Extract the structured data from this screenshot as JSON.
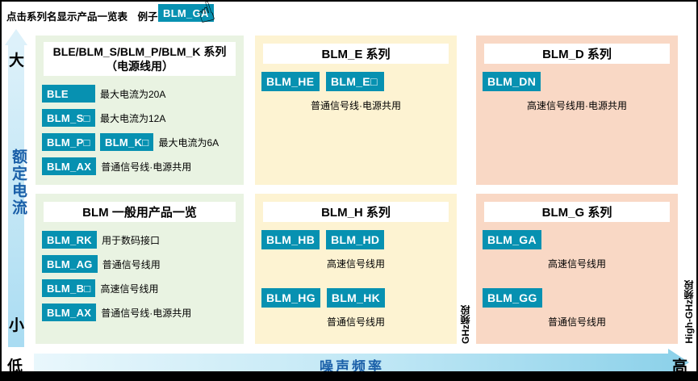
{
  "header": {
    "note": "点击系列名显示产品一览表　例子）",
    "example_button": "BLM_GA"
  },
  "axis_y": {
    "label": "额定电流",
    "max": "大",
    "min": "小"
  },
  "axis_x": {
    "label": "噪声频率",
    "min": "低",
    "max": "高"
  },
  "bands": {
    "ghz": "GHz频段",
    "high_ghz": "High-GHz频段"
  },
  "colors": {
    "button": "#0791b1",
    "panel_green": "#e9f3e2",
    "panel_yellow": "#fdf3d2",
    "panel_pink": "#f9d8c5",
    "axis_label": "#1a5fa8"
  },
  "panels": {
    "power": {
      "title_line1": "BLE/BLM_S/BLM_P/BLM_K 系列",
      "title_line2": "（电源线用）",
      "rows": [
        {
          "buttons": [
            "BLE"
          ],
          "desc": "最大电流为20A"
        },
        {
          "buttons": [
            "BLM_S□"
          ],
          "desc": "最大电流为12A"
        },
        {
          "buttons": [
            "BLM_P□",
            "BLM_K□"
          ],
          "desc": "最大电流为6A"
        },
        {
          "buttons": [
            "BLM_AX"
          ],
          "desc": "普通信号线·电源共用"
        }
      ]
    },
    "general": {
      "title": "BLM 一般用产品一览",
      "rows": [
        {
          "buttons": [
            "BLM_RK"
          ],
          "desc": "用于数码接口"
        },
        {
          "buttons": [
            "BLM_AG"
          ],
          "desc": "普通信号线用"
        },
        {
          "buttons": [
            "BLM_B□"
          ],
          "desc": "高速信号线用"
        },
        {
          "buttons": [
            "BLM_AX"
          ],
          "desc": "普通信号线·电源共用"
        }
      ]
    },
    "blm_e": {
      "title": "BLM_E 系列",
      "groups": [
        {
          "buttons": [
            "BLM_HE",
            "BLM_E□"
          ],
          "desc": "普通信号线·电源共用"
        }
      ]
    },
    "blm_d": {
      "title": "BLM_D 系列",
      "groups": [
        {
          "buttons": [
            "BLM_DN"
          ],
          "desc": "高速信号线用·电源共用"
        }
      ]
    },
    "blm_h": {
      "title": "BLM_H 系列",
      "groups": [
        {
          "buttons": [
            "BLM_HB",
            "BLM_HD"
          ],
          "desc": "高速信号线用"
        },
        {
          "buttons": [
            "BLM_HG",
            "BLM_HK"
          ],
          "desc": "普通信号线用"
        }
      ]
    },
    "blm_g": {
      "title": "BLM_G 系列",
      "groups": [
        {
          "buttons": [
            "BLM_GA"
          ],
          "desc": "高速信号线用"
        },
        {
          "buttons": [
            "BLM_GG"
          ],
          "desc": "普通信号线用"
        }
      ]
    }
  }
}
